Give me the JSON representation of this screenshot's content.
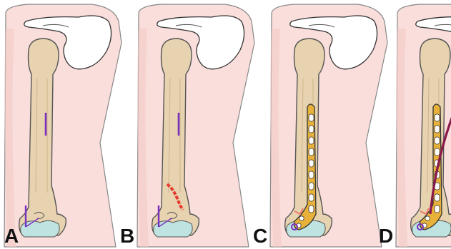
{
  "figure": {
    "panels": [
      {
        "label": "A"
      },
      {
        "label": "B"
      },
      {
        "label": "C"
      },
      {
        "label": "D"
      }
    ]
  },
  "colors": {
    "skin": "#f9dedb",
    "skin_outline": "#888888",
    "bone": "#e8d3b0",
    "bone_outline": "#555555",
    "canal": "#f2e6d0",
    "cartilage": "#bfe3e0",
    "incision": "#7b2fbf",
    "fracture": "#e53a2f",
    "plate": "#e8b23a",
    "plate_outline": "#333333",
    "screw_hole": "#ffffff",
    "cable": "#8a1a4a",
    "shoulder": "#ffffff"
  },
  "icons": [
    "shoulder-scapula-icon",
    "humerus-bone-icon",
    "elbow-condyle-icon",
    "fixation-plate-icon"
  ]
}
